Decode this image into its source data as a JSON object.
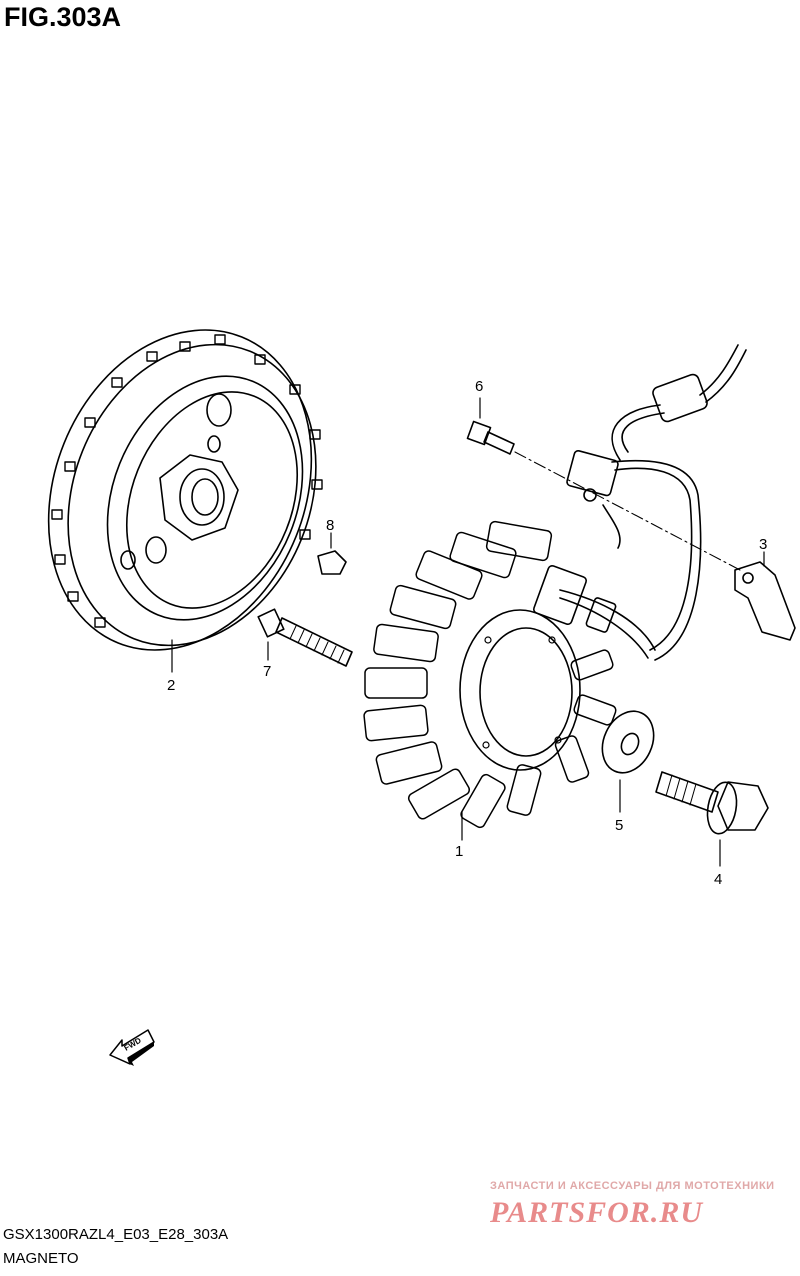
{
  "figure": {
    "title": "FIG.303A",
    "model_code": "GSX1300RAZL4_E03_E28_303A",
    "section_name": "MAGNETO"
  },
  "callouts": [
    "1",
    "2",
    "3",
    "4",
    "5",
    "6",
    "7",
    "8"
  ],
  "direction_arrow": {
    "label": "FWD",
    "icon": "fwd-arrow-icon"
  },
  "watermark": {
    "tagline": "ЗАПЧАСТИ И АКСЕССУАРЫ ДЛЯ МОТОТЕХНИКИ",
    "brand": "PARTSFOR.RU",
    "color": "#e88b8b"
  },
  "colors": {
    "line": "#000000",
    "background": "#ffffff"
  }
}
